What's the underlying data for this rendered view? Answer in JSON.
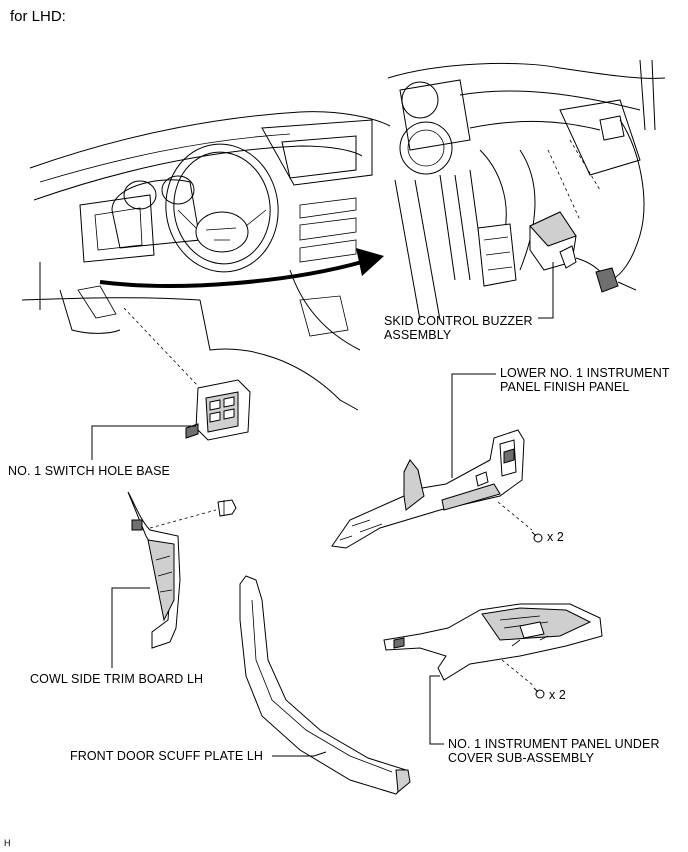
{
  "title": "for LHD:",
  "labels": {
    "skid_buzzer_l1": "SKID CONTROL BUZZER",
    "skid_buzzer_l2": "ASSEMBLY",
    "lower_panel_l1": "LOWER NO. 1 INSTRUMENT",
    "lower_panel_l2": "PANEL FINISH PANEL",
    "switch_hole_base": "NO. 1 SWITCH HOLE BASE",
    "cowl_side": "COWL SIDE TRIM BOARD LH",
    "scuff_plate": "FRONT DOOR SCUFF PLATE LH",
    "under_cover_l1": "NO. 1 INSTRUMENT PANEL UNDER",
    "under_cover_l2": "COVER SUB-ASSEMBLY",
    "qty_lower_panel": "x 2",
    "qty_under_cover": "x 2"
  },
  "footer_code": "H"
}
